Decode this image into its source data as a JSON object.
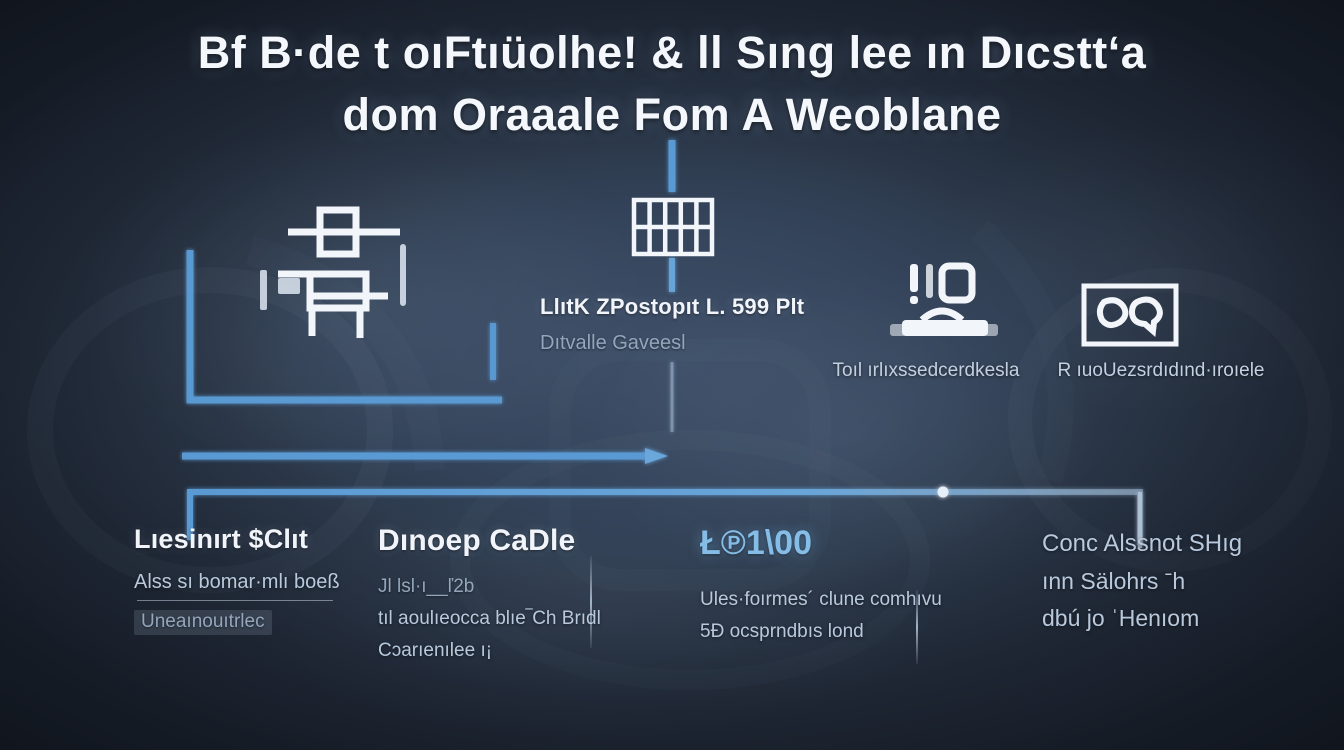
{
  "meta": {
    "accent_blue": "#5b9bd5",
    "accent_blue_light": "#86bde6",
    "background_navy": "#2a3647",
    "text_light": "#f1f5fb",
    "text_muted": "#b9c9dd"
  },
  "title": {
    "line1": "Bf B·de t oıFtıüolhe! & ll Sıng lee ın Dıcsttʻa",
    "line2": "dom Oraaale Fom A Weoblane"
  },
  "nodes": {
    "machine": {
      "icon": "machinery-icon",
      "caption": ""
    },
    "grid": {
      "icon": "grid-table-icon",
      "heading": "LlıtK ZPostopıt L. 599 Plt",
      "subtext": "Dıtvalle Gaveesl"
    },
    "device": {
      "icon": "device-indicator-icon",
      "caption": "Toıl ırlıxssedcerdkesla"
    },
    "screen": {
      "icon": "screen-bubbles-icon",
      "caption": "R ıuoUezsrdıdınd·ıroıele"
    }
  },
  "columns": [
    {
      "heading": "Lıesinırt $Clıt",
      "line1": "Alss sı bomar·mlı boeß",
      "line2": "Uneaınouıtrlec",
      "line2_highlighted": true,
      "line3": "",
      "accent": ""
    },
    {
      "heading": "Dınoep CaDle",
      "line1": "Jl lsl·ı__ľ2b",
      "line2": "tıl aoulıeocca blıe‾Ch Brıdl",
      "line3": "Cɔarıenılee ı¡",
      "accent": ""
    },
    {
      "heading": "",
      "accent": "Ł℗1\\00",
      "line1": "Ules·foırmes´ clune comhıvu",
      "line2": "5Ð ocsprndbıs lond",
      "line3": ""
    },
    {
      "heading": "Conc Alssnot SHıg",
      "line1": "ınn Sälohrs ˉh",
      "line2": "dbú jo ˈHenıom",
      "line3": "",
      "accent": ""
    }
  ],
  "connectors": {
    "count": 9,
    "node_dot_label": "junction-dot"
  }
}
